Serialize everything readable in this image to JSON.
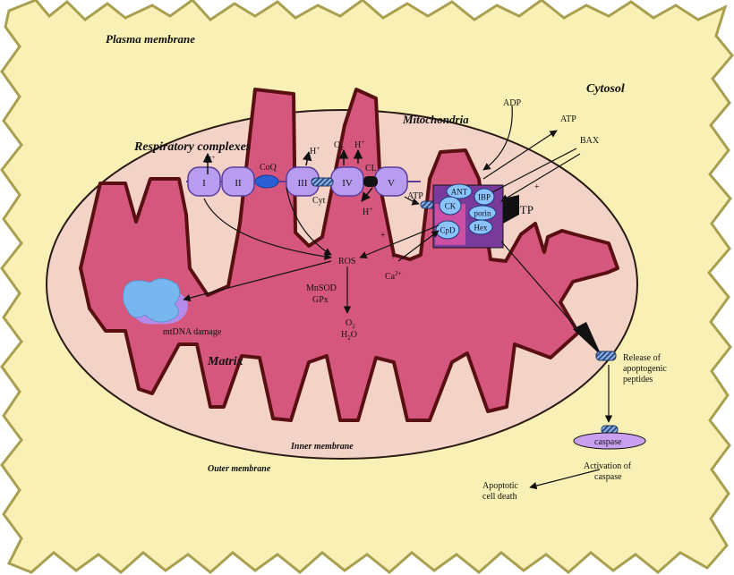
{
  "labels": {
    "plasma_membrane": "Plasma membrane",
    "cytosol": "Cytosol",
    "mitochondria": "Mitochondria",
    "respiratory_complexes": "Respiratory complexes",
    "matrix": "Matrix",
    "inner_membrane": "Inner membrane",
    "outer_membrane": "Outer membrane",
    "coq": "CoQ",
    "cyt": "Cyt",
    "cl": "CL",
    "h_plus": "H",
    "plus_sup": "+",
    "o2_o": "O",
    "sub_2": "2",
    "atp_inner": "ATP",
    "adp": "ADP",
    "atp_out": "ATP",
    "bax": "BAX",
    "mptp": "MPTP",
    "ros": "ROS",
    "mnsod": "MnSOD",
    "gpx": "GPx",
    "h2o_h": "H",
    "h2o_o": "O",
    "ca": "Ca",
    "ca_charge": "2+",
    "mtdna_damage": "mtDNA damage",
    "release_line1": "Release of",
    "release_line2": "apoptogenic",
    "release_line3": "peptides",
    "caspase": "caspase",
    "activation_line1": "Activation of",
    "activation_line2": "caspase",
    "apoptotic_line1": "Apoptotic",
    "apoptotic_line2": "cell death",
    "plus_sign": "+"
  },
  "complexes": [
    "I",
    "II",
    "III",
    "IV",
    "V"
  ],
  "mptp_components": {
    "ant": "ANT",
    "ibp": "IBP",
    "ck": "CK",
    "porin": "porin",
    "cpd": "CpD",
    "hex": "Hex"
  },
  "colors": {
    "cell_fill": "#f8f0b4",
    "cell_edge": "#a8a050",
    "mito_fill": "#f3d3c7",
    "cristae_fill": "#d5577e",
    "cristae_edge": "#5a0f12",
    "complex_fill": "#b79cf0",
    "complex_edge": "#5a3d99",
    "blue_oval": "#2b5fd6",
    "light_blue": "#8cc4ff",
    "striped": "#4b6ea8",
    "caspase_fill": "#c9a0f0",
    "mtdna_fill": "#78b6f0",
    "mtdna_shadow": "#b48be8"
  }
}
